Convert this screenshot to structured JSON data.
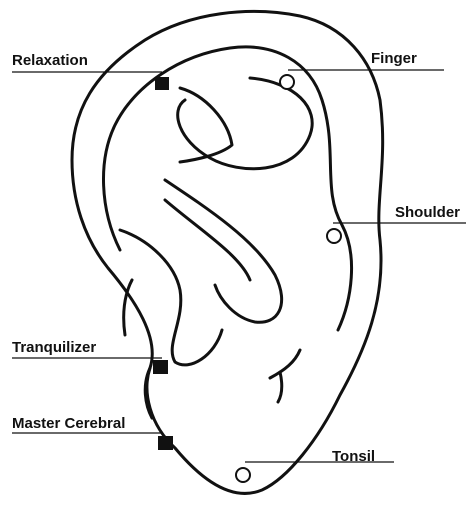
{
  "labels": {
    "relaxation": "Relaxation",
    "finger": "Finger",
    "shoulder": "Shoulder",
    "tranquilizer": "Tranquilizer",
    "master_cerebral": "Master Cerebral",
    "tonsil": "Tonsil"
  },
  "legend_meaning": {
    "filled_square": "point",
    "open_circle": "point"
  },
  "colors": {
    "ink": "#111111",
    "background": "#ffffff"
  }
}
